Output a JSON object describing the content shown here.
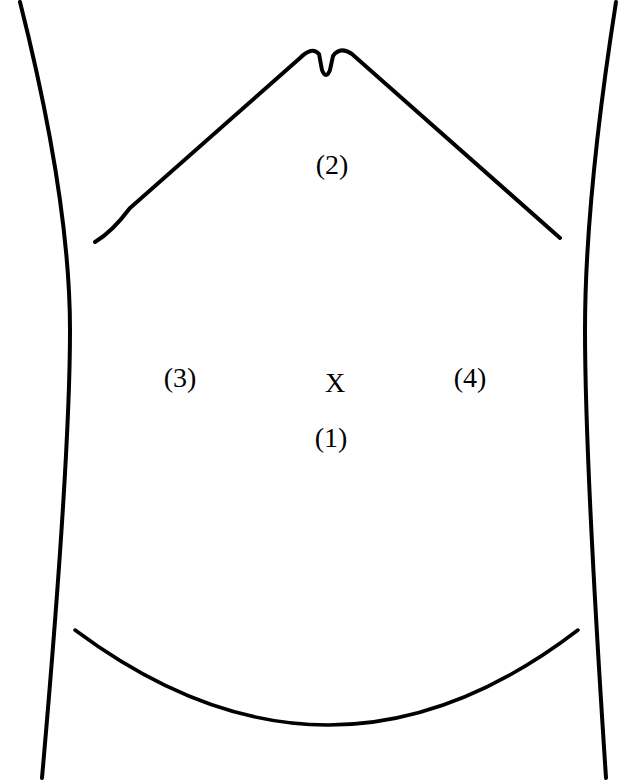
{
  "diagram": {
    "labels": [
      "(2)",
      "(3)",
      "X",
      "(4)",
      "(1)"
    ]
  }
}
